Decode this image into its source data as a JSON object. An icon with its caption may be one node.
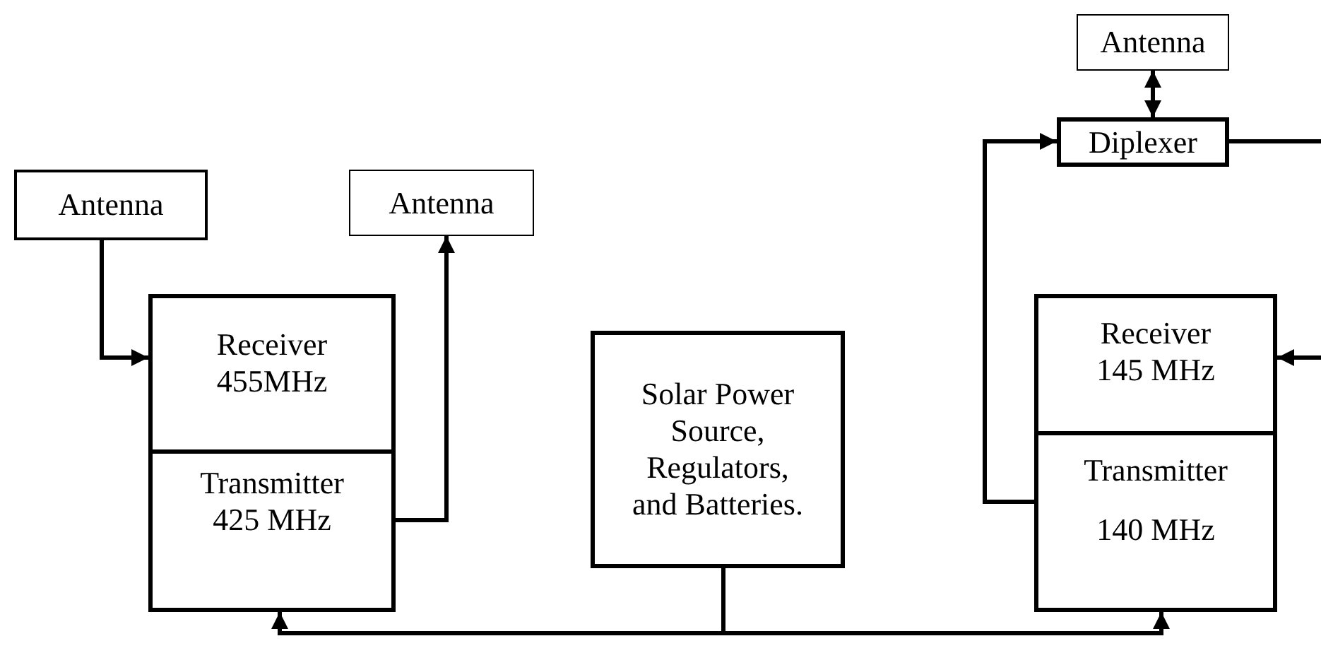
{
  "diagram": {
    "nodes": [
      {
        "text": [
          "Antenna"
        ]
      },
      {
        "text": [
          "Antenna"
        ]
      },
      {
        "text": [
          "Antenna"
        ]
      },
      {
        "text": [
          "Diplexer"
        ]
      },
      {
        "text": [
          "Receiver",
          "455MHz"
        ]
      },
      {
        "text": [
          "Transmitter",
          "425 MHz"
        ]
      },
      {
        "text": [
          "Solar Power Source, Regulators, and Batteries."
        ]
      },
      {
        "text": [
          "Receiver",
          "145 MHz"
        ]
      },
      {
        "text": [
          "Transmitter",
          "140 MHz"
        ]
      }
    ],
    "edges": [
      {
        "from": 0,
        "to": 4,
        "arrow": "to"
      },
      {
        "from": 5,
        "to": 1,
        "arrow": "to"
      },
      {
        "from": 2,
        "to": 3,
        "arrow": "both"
      },
      {
        "from": 8,
        "to": 3,
        "arrow": "to"
      },
      {
        "from": 3,
        "to": null,
        "arrow": "none"
      },
      {
        "from": null,
        "to": 7,
        "arrow": "to"
      },
      {
        "from": 6,
        "to": 5,
        "arrow": "to"
      },
      {
        "from": 6,
        "to": 8,
        "arrow": "to"
      }
    ]
  }
}
